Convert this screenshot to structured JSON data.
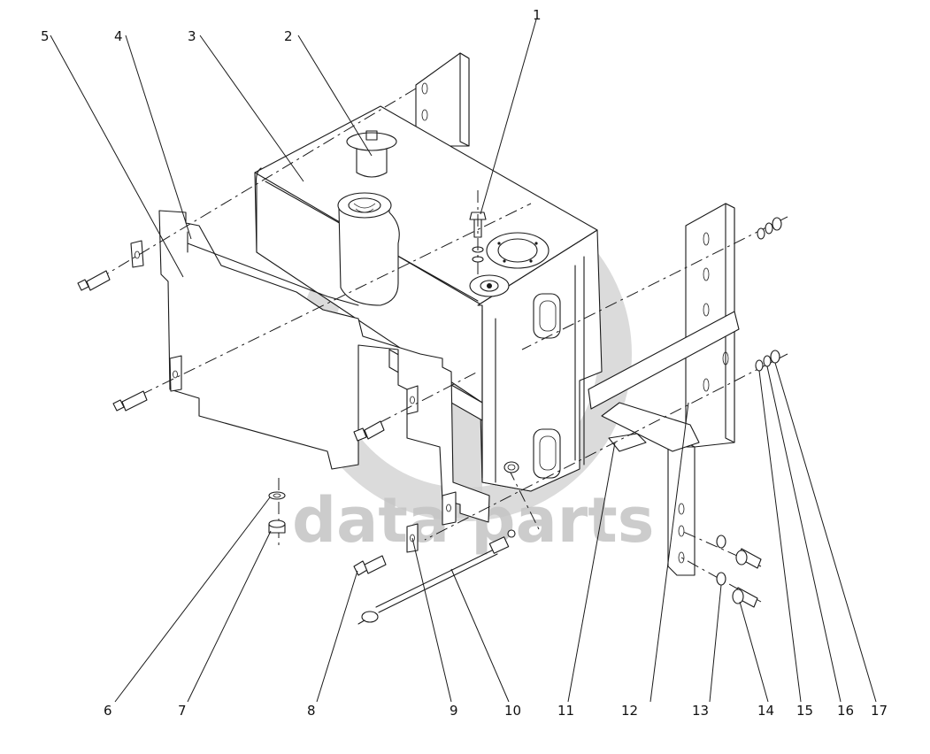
{
  "watermark": {
    "text": "data parts",
    "color": "#bdbdbd"
  },
  "callouts": [
    {
      "id": 1,
      "label": "1"
    },
    {
      "id": 2,
      "label": "2"
    },
    {
      "id": 3,
      "label": "3"
    },
    {
      "id": 4,
      "label": "4"
    },
    {
      "id": 5,
      "label": "5"
    },
    {
      "id": 6,
      "label": "6"
    },
    {
      "id": 7,
      "label": "7"
    },
    {
      "id": 8,
      "label": "8"
    },
    {
      "id": 9,
      "label": "9"
    },
    {
      "id": 10,
      "label": "10"
    },
    {
      "id": 11,
      "label": "11"
    },
    {
      "id": 12,
      "label": "12"
    },
    {
      "id": 13,
      "label": "13"
    },
    {
      "id": 14,
      "label": "14"
    },
    {
      "id": 15,
      "label": "15"
    },
    {
      "id": 16,
      "label": "16"
    },
    {
      "id": 17,
      "label": "17"
    }
  ]
}
